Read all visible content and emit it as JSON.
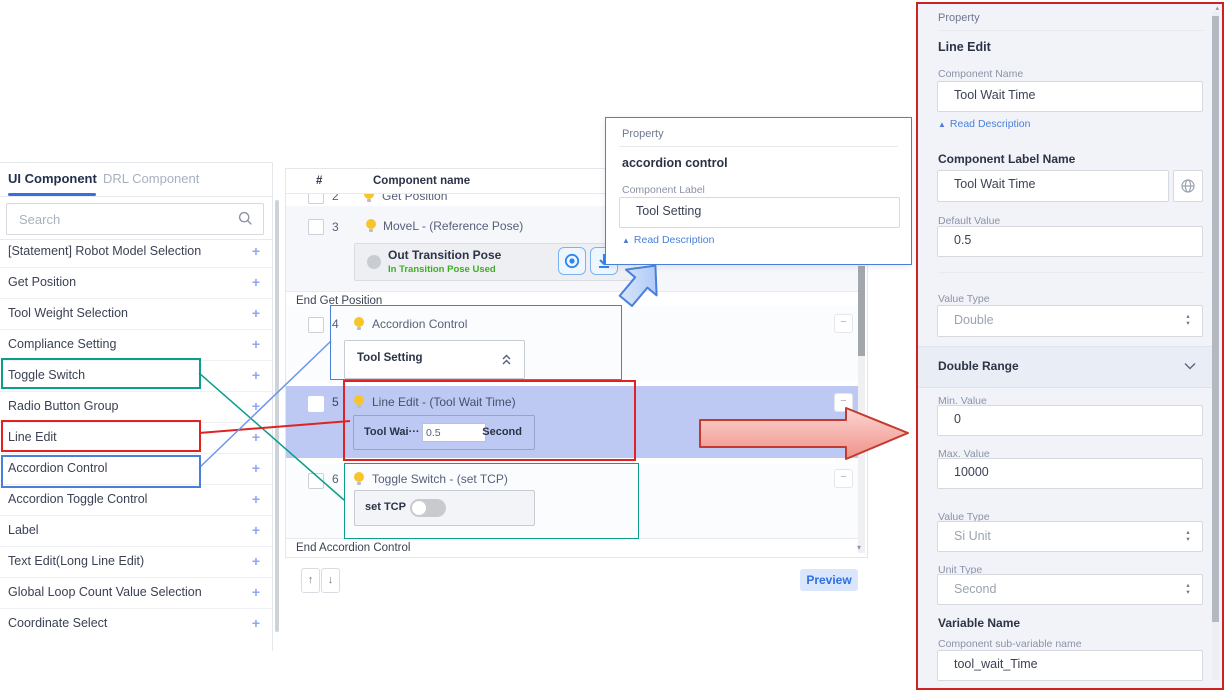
{
  "sidebar": {
    "tabs": [
      {
        "label": "UI Component",
        "active": true
      },
      {
        "label": "DRL Component",
        "active": false
      }
    ],
    "search_placeholder": "Search",
    "add_label": "+",
    "items": [
      {
        "label": "[Statement] Robot Model Selection"
      },
      {
        "label": "Get Position"
      },
      {
        "label": "Tool Weight Selection"
      },
      {
        "label": "Compliance Setting"
      },
      {
        "label": "Toggle Switch"
      },
      {
        "label": "Radio Button Group"
      },
      {
        "label": "Line Edit"
      },
      {
        "label": "Accordion Control"
      },
      {
        "label": "Accordion Toggle Control"
      },
      {
        "label": "Label"
      },
      {
        "label": "Text Edit(Long Line Edit)"
      },
      {
        "label": "Global Loop Count Value Selection"
      },
      {
        "label": "Coordinate Select"
      }
    ]
  },
  "table": {
    "columns": {
      "num": "#",
      "name": "Component name"
    },
    "row2": {
      "num": "2",
      "name": "Get Position"
    },
    "row3": {
      "num": "3",
      "name": "MoveL - (Reference Pose)",
      "pose_title": "Out Transition Pose",
      "pose_status": "In Transition Pose Used"
    },
    "end_get_position": "End Get Position",
    "row4": {
      "num": "4",
      "name": "Accordion Control",
      "accordion_label": "Tool Setting"
    },
    "row5": {
      "num": "5",
      "name": "Line Edit - (Tool Wait Time)",
      "field_label": "Tool Wai···",
      "field_value": "0.5",
      "unit": "Second"
    },
    "row6": {
      "num": "6",
      "name": "Toggle Switch - (set TCP)",
      "toggle_label": "set TCP",
      "toggle_state": "off"
    },
    "end_accordion_control": "End Accordion Control",
    "up": "↑",
    "down": "↓",
    "minus": "−",
    "preview": "Preview"
  },
  "popup": {
    "title": "Property",
    "heading": "accordion control",
    "label": "Component Label",
    "value": "Tool Setting",
    "read_description": "Read Description",
    "read_description_marker": "▲"
  },
  "right_panel": {
    "title": "Property",
    "heading": "Line Edit",
    "component_name_label": "Component Name",
    "component_name_value": "Tool Wait Time",
    "read_description": "Read Description",
    "read_description_marker": "▲",
    "component_label_name_label": "Component Label Name",
    "component_label_name_value": "Tool Wait Time",
    "default_value_label": "Default Value",
    "default_value": "0.5",
    "value_type_label": "Value Type",
    "value_type_value": "Double",
    "double_range_label": "Double Range",
    "min_label": "Min. Value",
    "min_value": "0",
    "max_label": "Max. Value",
    "max_value": "10000",
    "si_value_type_label": "Value Type",
    "si_value_type_value": "Si Unit",
    "unit_type_label": "Unit Type",
    "unit_type_value": "Second",
    "variable_name_label": "Variable Name",
    "sub_variable_label": "Component sub-variable name",
    "sub_variable_value": "tool_wait_Time",
    "stepper_up": "▴",
    "stepper_down": "▾"
  },
  "colors": {
    "accent_blue": "#3b6fe0",
    "annotation_blue": "#4a7fd9",
    "annotation_red": "#e02222",
    "annotation_teal": "#0b9e8a",
    "selected_row": "#bdc9f2",
    "status_green": "#3fae23",
    "bulb_yellow": "#f7c52b",
    "right_panel_bg": "#f1f3f8",
    "preview_bg": "#d9e6fb"
  }
}
